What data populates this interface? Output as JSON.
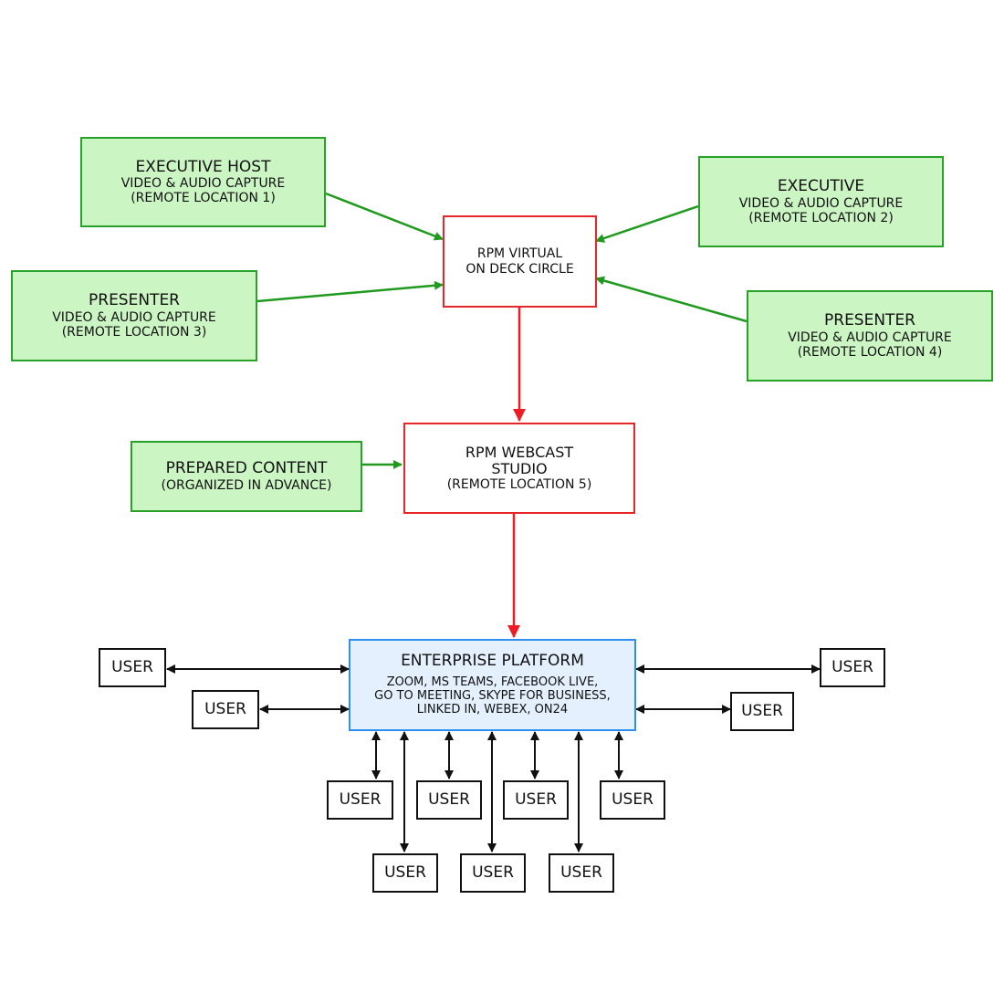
{
  "sources": [
    {
      "title": "EXECUTIVE HOST",
      "line1": "VIDEO & AUDIO CAPTURE",
      "line2": "(REMOTE LOCATION 1)"
    },
    {
      "title": "EXECUTIVE",
      "line1": "VIDEO & AUDIO CAPTURE",
      "line2": "(REMOTE LOCATION 2)"
    },
    {
      "title": "PRESENTER",
      "line1": "VIDEO & AUDIO CAPTURE",
      "line2": "(REMOTE LOCATION 3)"
    },
    {
      "title": "PRESENTER",
      "line1": "VIDEO & AUDIO CAPTURE",
      "line2": "(REMOTE LOCATION 4)"
    }
  ],
  "on_deck": {
    "line1": "RPM VIRTUAL",
    "line2": "ON DECK CIRCLE"
  },
  "prepared": {
    "title": "PREPARED CONTENT",
    "subtitle": "(ORGANIZED IN ADVANCE)"
  },
  "studio": {
    "line1": "RPM WEBCAST",
    "line2": "STUDIO",
    "line3": "(REMOTE LOCATION 5)"
  },
  "platform": {
    "title": "ENTERPRISE PLATFORM",
    "lines": [
      "ZOOM, MS TEAMS, FACEBOOK LIVE,",
      "GO TO MEETING, SKYPE FOR BUSINESS,",
      "LINKED IN, WEBEX, ON24"
    ]
  },
  "user_label": "USER",
  "colors": {
    "source_fill": "#ccf5c4",
    "source_stroke": "#27a127",
    "hub_stroke": "#e8262a",
    "platform_fill": "#e4f0fd",
    "platform_stroke": "#2f8fef",
    "user_stroke": "#111111"
  }
}
